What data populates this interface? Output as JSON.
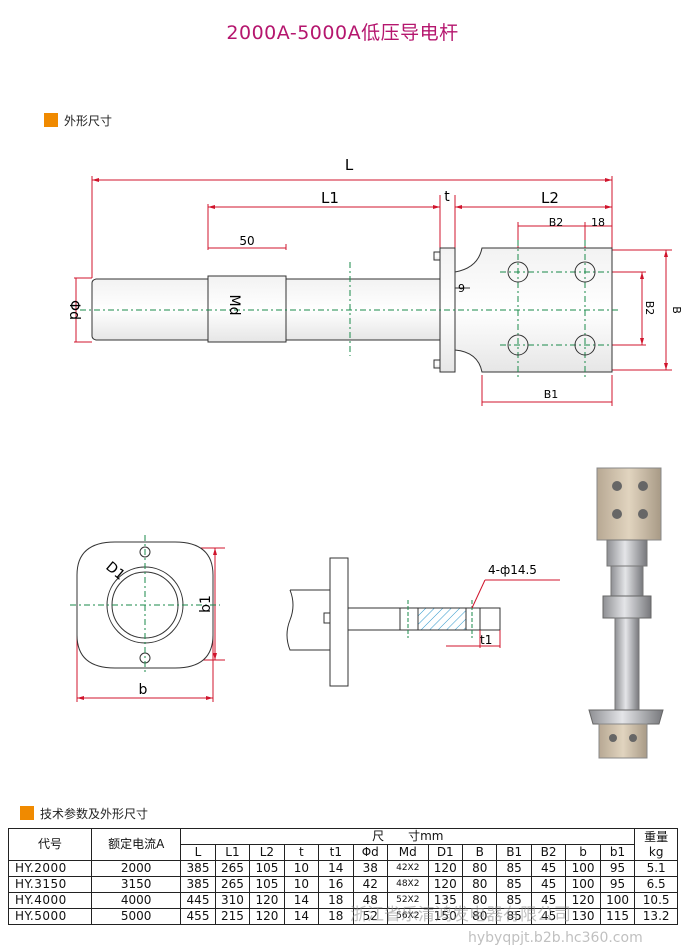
{
  "title": "2000A-5000A低压导电杆",
  "section1": {
    "title": "外形尺寸"
  },
  "section2": {
    "title": "技术参数及外形尺寸"
  },
  "diagram": {
    "labels": {
      "L": "L",
      "L1": "L1",
      "t": "t",
      "L2": "L2",
      "B2": "B2",
      "d18": "18",
      "d50": "50",
      "phid": "Φd",
      "Md": "Md",
      "d9": "9",
      "B2v": "B2",
      "B": "B",
      "B1": "B1",
      "D1": "D1",
      "b1": "b1",
      "b": "b",
      "holes": "4-ф14.5",
      "t1": "t1"
    }
  },
  "table": {
    "header_code": "代号",
    "header_current": "额定电流A",
    "header_size": "尺　　寸mm",
    "header_weight": "重量",
    "header_weight_unit": "kg",
    "columns": [
      "L",
      "L1",
      "L2",
      "t",
      "t1",
      "Φd",
      "Md",
      "D1",
      "B",
      "B1",
      "B2",
      "b",
      "b1"
    ],
    "rows": [
      {
        "code": "HY.2000",
        "current": "2000",
        "vals": [
          "385",
          "265",
          "105",
          "10",
          "14",
          "38",
          "42X2",
          "120",
          "80",
          "85",
          "45",
          "100",
          "95"
        ],
        "weight": "5.1"
      },
      {
        "code": "HY.3150",
        "current": "3150",
        "vals": [
          "385",
          "265",
          "105",
          "10",
          "16",
          "42",
          "48X2",
          "120",
          "80",
          "85",
          "45",
          "100",
          "95"
        ],
        "weight": "6.5"
      },
      {
        "code": "HY.4000",
        "current": "4000",
        "vals": [
          "445",
          "310",
          "120",
          "14",
          "18",
          "48",
          "52X2",
          "135",
          "80",
          "85",
          "45",
          "120",
          "100"
        ],
        "weight": "10.5"
      },
      {
        "code": "HY.5000",
        "current": "5000",
        "vals": [
          "455",
          "215",
          "120",
          "14",
          "18",
          "52",
          "56X2",
          "150",
          "80",
          "85",
          "45",
          "130",
          "115"
        ],
        "weight": "13.2"
      }
    ]
  },
  "watermark": {
    "line1": "浙江省乐清鸿发电器有限公司",
    "line2": "hybyqpjt.b2b.hc360.com"
  }
}
